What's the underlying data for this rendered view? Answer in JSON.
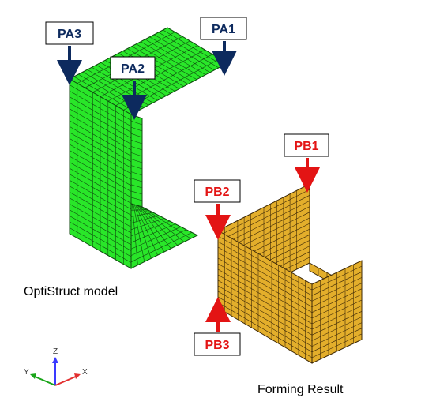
{
  "model_a": {
    "caption": "OptiStruct model",
    "labels": {
      "pa1": "PA1",
      "pa2": "PA2",
      "pa3": "PA3"
    },
    "label_color": "#0d2a5e",
    "mesh_fill": "#29e629",
    "mesh_line": "#0f4a0f"
  },
  "model_b": {
    "caption": "Forming Result",
    "labels": {
      "pb1": "PB1",
      "pb2": "PB2",
      "pb3": "PB3"
    },
    "label_color": "#e31414",
    "mesh_fill": "#e3ae2b",
    "mesh_line": "#3d2806"
  },
  "triad": {
    "x": "X",
    "y": "Y",
    "z": "Z"
  }
}
